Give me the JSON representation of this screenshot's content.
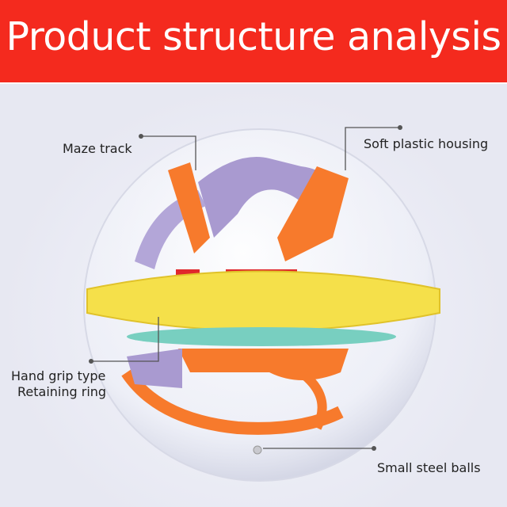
{
  "header": {
    "title": "Product structure analysis"
  },
  "callouts": {
    "maze_track": "Maze track",
    "housing": "Soft plastic housing",
    "ring_line1": "Hand grip type",
    "ring_line2": "Retaining ring",
    "balls": "Small steel balls"
  },
  "colors": {
    "banner": "#f42a1e",
    "ring": "#f5e04a",
    "track_orange": "#f77a2c",
    "track_purple": "#a99ad0",
    "base_teal": "#6ecdb8"
  }
}
